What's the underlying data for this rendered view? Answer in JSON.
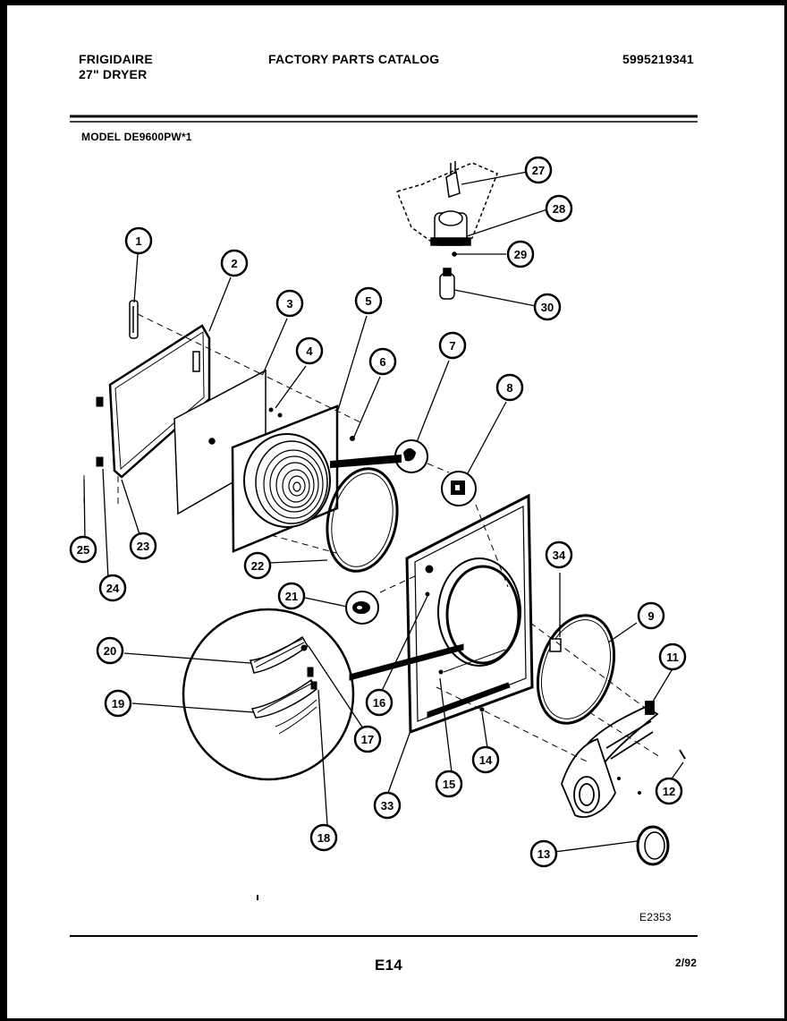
{
  "header": {
    "brand": "FRIGIDAIRE",
    "product": "27\" DRYER",
    "catalog_title": "FACTORY PARTS CATALOG",
    "catalog_number": "5995219341",
    "model": "MODEL DE9600PW*1"
  },
  "footer": {
    "figure_id": "E2353",
    "page": "E14",
    "date": "2/92"
  },
  "callouts": [
    "1",
    "2",
    "3",
    "4",
    "5",
    "6",
    "7",
    "8",
    "9",
    "11",
    "12",
    "13",
    "14",
    "15",
    "16",
    "17",
    "18",
    "19",
    "20",
    "21",
    "22",
    "23",
    "24",
    "25",
    "27",
    "28",
    "29",
    "30",
    "33",
    "34"
  ]
}
